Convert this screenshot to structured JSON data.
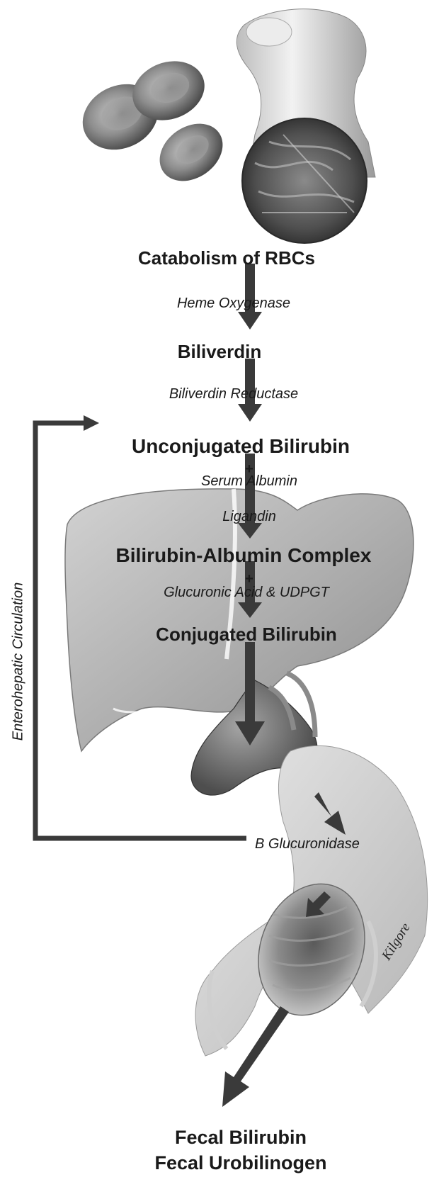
{
  "labels": {
    "catabolism": "Catabolism of RBCs",
    "heme_oxygenase": "Heme Oxygenase",
    "biliverdin": "Biliverdin",
    "biliverdin_reductase": "Biliverdin Reductase",
    "unconjugated": "Unconjugated Bilirubin",
    "plus": "+",
    "serum_albumin": "Serum Albumin",
    "ligandin": "Ligandin",
    "complex": "Bilirubin-Albumin Complex",
    "glucuronic": "Glucuronic Acid & UDPGT",
    "conjugated": "Conjugated Bilirubin",
    "b_glucuronidase": "B Glucuronidase",
    "enterohepatic": "Enterohepatic Circulation",
    "fecal_bilirubin": "Fecal Bilirubin",
    "fecal_urobilinogen": "Fecal Urobilinogen",
    "signature": "Kilgore"
  },
  "colors": {
    "arrow": "#3a3a3a",
    "text": "#1a1a1a",
    "background": "#ffffff"
  }
}
